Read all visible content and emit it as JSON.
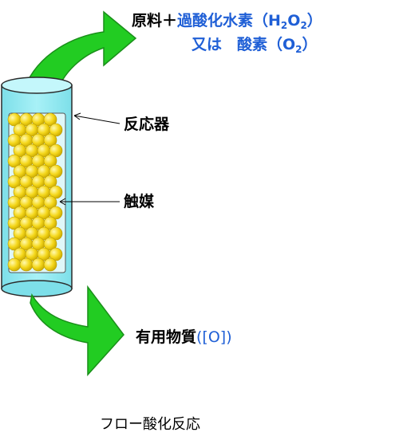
{
  "input_label": {
    "prefix": "原料＋",
    "line1": "過酸化水素（H",
    "h2o2_sub1": "2",
    "h2o2_mid": "O",
    "h2o2_sub2": "2",
    "h2o2_close": "）",
    "line2": "又は　酸素（O",
    "o2_sub": "2",
    "o2_close": "）"
  },
  "reactor_label": "反応器",
  "catalyst_label": "触媒",
  "product_label": {
    "text": "有用物質",
    "paren": "([O])"
  },
  "caption": "フロー酸化反応",
  "colors": {
    "arrow_green": "#22cc22",
    "tube_fill": "#8fe8f2",
    "tube_stroke": "#2a2a2a",
    "bead_fill": "#f2d61a",
    "blue_text": "#1f5fd6"
  }
}
